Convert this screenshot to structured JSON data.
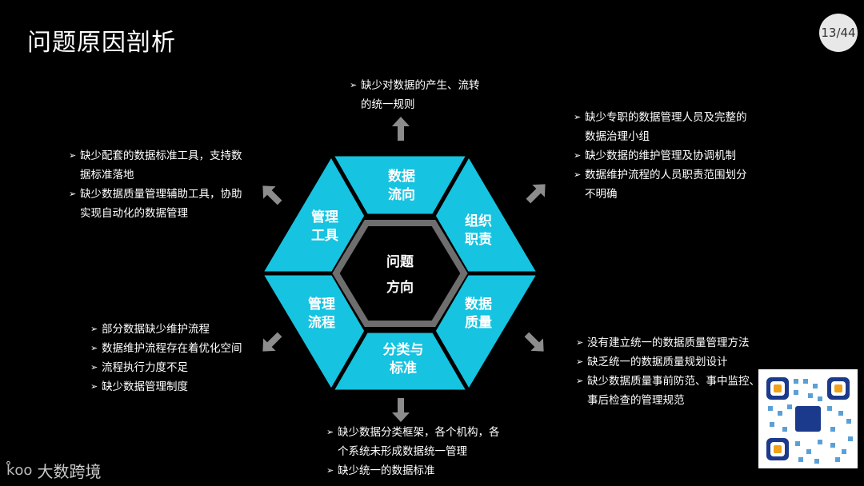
{
  "slide": {
    "title": "问题原因剖析",
    "page": "13/44"
  },
  "center": {
    "line1": "问题",
    "line2": "方向"
  },
  "segments": {
    "top": [
      "数据",
      "流向"
    ],
    "upper_right": [
      "组织",
      "职责"
    ],
    "lower_right": [
      "数据",
      "质量"
    ],
    "bottom": [
      "分类与",
      "标准"
    ],
    "lower_left": [
      "管理",
      "流程"
    ],
    "upper_left": [
      "管理",
      "工具"
    ]
  },
  "notes": {
    "top": [
      "缺少对数据的产生、流转",
      "的统一规则"
    ],
    "upper_right": [
      "缺少专职的数据管理人员及完整的",
      "数据治理小组",
      "缺少数据的维护管理及协调机制",
      "数据维护流程的人员职责范围划分",
      "不明确"
    ],
    "upper_left": [
      "缺少配套的数据标准工具，支持数",
      "据标准落地",
      "缺少数据质量管理辅助工具，协助",
      "实现自动化的数据管理"
    ],
    "lower_left": [
      "部分数据缺少维护流程",
      "数据维护流程存在着优化空间",
      "流程执行力度不足",
      "缺少数据管理制度"
    ],
    "lower_right": [
      "没有建立统一的数据质量管理方法",
      "缺乏统一的数据质量规划设计",
      "缺少数据质量事前防范、事中监控、",
      "事后检查的管理规范"
    ],
    "bottom": [
      "缺少数据分类框架，各个机构，各",
      "个系统未形成数据统一管理",
      "缺少统一的数据标准"
    ]
  },
  "bullet_marker": "➢",
  "brand": {
    "name": "大数跨境",
    "mark": "k̊oo"
  },
  "colors": {
    "segment": "#16c3e0",
    "center_border": "#6e6e6e",
    "arrow": "#8c8c8c"
  }
}
